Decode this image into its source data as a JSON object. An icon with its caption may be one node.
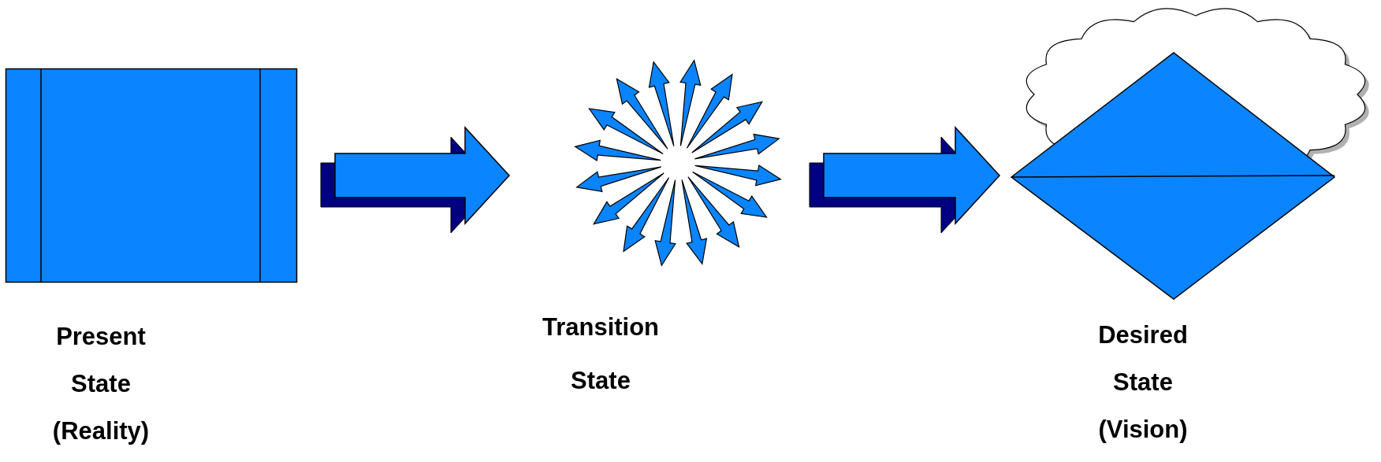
{
  "diagram": {
    "nodes": [
      {
        "text": [
          "Present State (Reality)"
        ]
      },
      {
        "text": [
          "Transition State"
        ]
      },
      {
        "text": [
          "Desired State (Vision)"
        ]
      }
    ],
    "edges": [
      {
        "from": 0,
        "to": 1,
        "arrow": "to"
      },
      {
        "from": 1,
        "to": 2,
        "arrow": "to"
      }
    ]
  }
}
